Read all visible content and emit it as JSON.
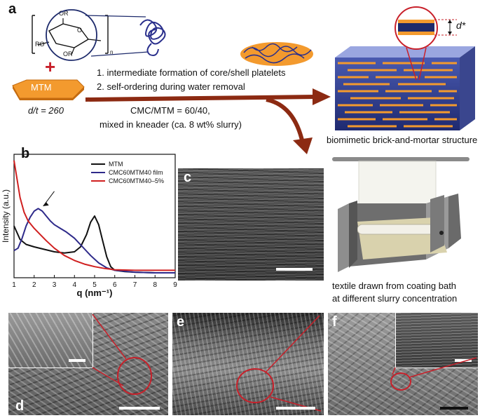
{
  "panel_a": {
    "letter": "a",
    "step1": "1. intermediate formation of core/shell platelets",
    "step2": "2. self-ordering during water removal",
    "mtm_label": "MTM",
    "plus": "+",
    "dt_label": "d/t = 260",
    "ratio": "CMC/MTM = 60/40,",
    "kneader": "mixed in kneader (ca. 8 wt% slurry)",
    "brick_caption": "biomimetic brick-and-mortar structure",
    "d_star": "d*",
    "textile_caption_line1": "textile drawn from coating bath",
    "textile_caption_line2": "at different slurry concentration",
    "chem": {
      "or_top": "OR",
      "ro_left": "RO",
      "or_right": "OR",
      "o": "O",
      "n": "n"
    }
  },
  "panel_b": {
    "letter": "b",
    "legend": [
      "MTM",
      "CMC60MTM40 film",
      "CMC60MTM40–5%"
    ],
    "chart_data": {
      "type": "line",
      "xlabel": "q (nm⁻¹)",
      "ylabel": "Intensity (a.u.)",
      "xlim": [
        1,
        9
      ],
      "xticks": [
        "1",
        "2",
        "3",
        "4",
        "5",
        "6",
        "7",
        "8",
        "9"
      ],
      "series": [
        {
          "name": "MTM",
          "color": "#111111",
          "x": [
            1.0,
            1.3,
            1.6,
            2.0,
            2.5,
            3.0,
            3.5,
            4.0,
            4.3,
            4.6,
            4.8,
            5.0,
            5.2,
            5.4,
            5.6,
            5.8,
            6.0,
            6.5,
            7.0,
            8.0,
            9.0
          ],
          "y": [
            0.42,
            0.31,
            0.27,
            0.25,
            0.23,
            0.21,
            0.2,
            0.21,
            0.25,
            0.35,
            0.45,
            0.5,
            0.43,
            0.3,
            0.17,
            0.09,
            0.06,
            0.05,
            0.045,
            0.04,
            0.04
          ]
        },
        {
          "name": "CMC60MTM40 film",
          "color": "#2e2a8a",
          "x": [
            1.0,
            1.2,
            1.4,
            1.6,
            1.8,
            2.0,
            2.2,
            2.4,
            2.6,
            2.8,
            3.0,
            3.3,
            3.6,
            4.0,
            4.4,
            4.8,
            5.2,
            5.6,
            6.0,
            7.0,
            8.0,
            9.0
          ],
          "y": [
            0.22,
            0.24,
            0.32,
            0.42,
            0.49,
            0.54,
            0.56,
            0.54,
            0.5,
            0.46,
            0.43,
            0.4,
            0.37,
            0.32,
            0.25,
            0.18,
            0.12,
            0.08,
            0.06,
            0.045,
            0.04,
            0.04
          ]
        },
        {
          "name": "CMC60MTM40–5%",
          "color": "#d02020",
          "x": [
            1.0,
            1.15,
            1.3,
            1.5,
            1.7,
            2.0,
            2.3,
            2.6,
            3.0,
            3.5,
            4.0,
            4.5,
            5.0,
            5.5,
            6.0,
            7.0,
            8.0,
            9.0
          ],
          "y": [
            0.95,
            0.8,
            0.65,
            0.53,
            0.46,
            0.4,
            0.35,
            0.3,
            0.24,
            0.18,
            0.14,
            0.11,
            0.09,
            0.075,
            0.065,
            0.06,
            0.06,
            0.06
          ]
        }
      ]
    }
  },
  "panel_c": {
    "letter": "c"
  },
  "panel_d": {
    "letter": "d"
  },
  "panel_e": {
    "letter": "e"
  },
  "panel_f": {
    "letter": "f"
  },
  "colors": {
    "arrow": "#8c2a12",
    "orange": "#f39a2e",
    "navy": "#1d2a6b",
    "red": "#c8202a"
  }
}
